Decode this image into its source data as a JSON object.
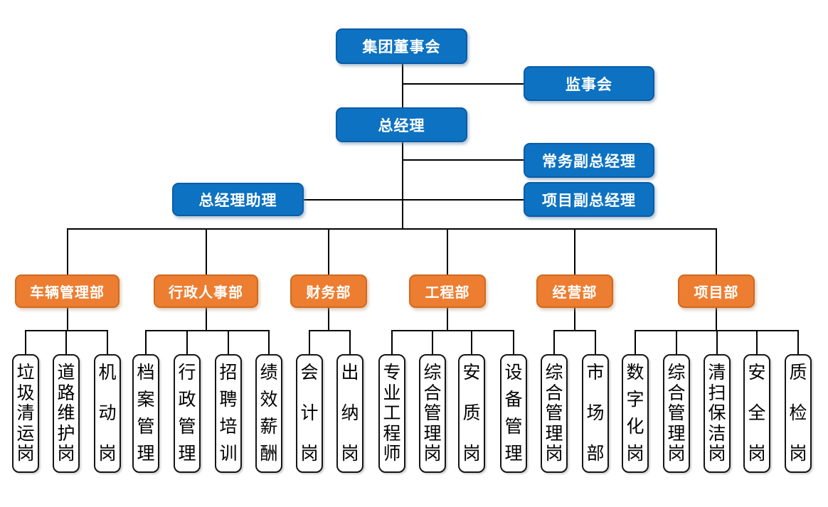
{
  "org": {
    "executives": {
      "board": "集团董事会",
      "supervisory_board": "监事会",
      "general_manager": "总经理",
      "executive_deputy_gm": "常务副总经理",
      "gm_assistant": "总经理助理",
      "project_deputy_gm": "项目副总经理"
    },
    "departments": [
      {
        "label": "车辆管理部",
        "positions": [
          "垃圾清运岗",
          "道路维护岗",
          "机动岗"
        ]
      },
      {
        "label": "行政人事部",
        "positions": [
          "档案管理",
          "行政管理",
          "招聘培训",
          "绩效薪酬"
        ]
      },
      {
        "label": "财务部",
        "positions": [
          "会计岗",
          "出纳岗"
        ]
      },
      {
        "label": "工程部",
        "positions": [
          "专业工程师",
          "综合管理岗",
          "安质岗",
          "设备管理"
        ]
      },
      {
        "label": "经营部",
        "positions": [
          "综合管理岗",
          "市场部"
        ]
      },
      {
        "label": "项目部",
        "positions": [
          "数字化岗",
          "综合管理岗",
          "清扫保洁岗",
          "安全岗",
          "质检岗"
        ]
      }
    ]
  },
  "colors": {
    "executive_box": "#0D72C1",
    "department_box": "#ED7D31",
    "connector": "#000000"
  }
}
